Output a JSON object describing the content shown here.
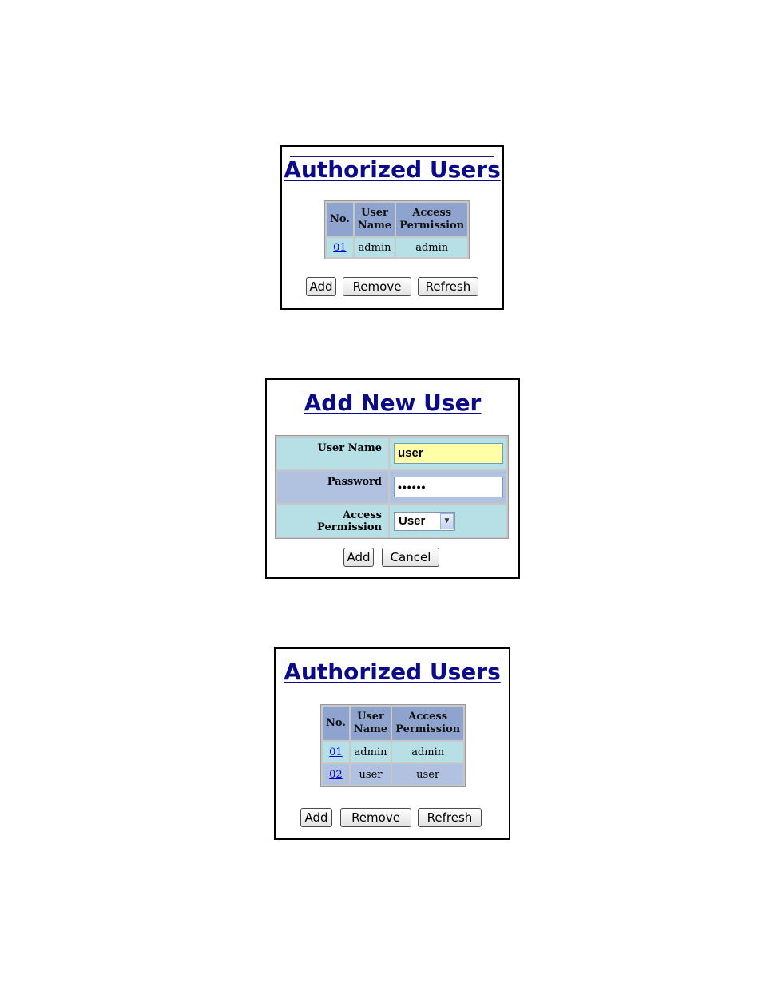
{
  "panel1": {
    "title": "Authorized Users",
    "headers": {
      "no": "No.",
      "user_name": "User Name",
      "access_permission": "Access Permission"
    },
    "rows": [
      {
        "no": "01",
        "user": "admin",
        "perm": "admin"
      }
    ],
    "buttons": {
      "add": "Add",
      "remove": "Remove",
      "refresh": "Refresh"
    }
  },
  "panel2": {
    "title": "Add New User",
    "labels": {
      "user_name": "User Name",
      "password": "Password",
      "access_permission": "Access Permission"
    },
    "user_name_value": "user",
    "password_value": "••••••",
    "access_permission_value": "User",
    "buttons": {
      "add": "Add",
      "cancel": "Cancel"
    },
    "colors": {
      "focused_input": "#ffffa8"
    }
  },
  "panel3": {
    "title": "Authorized Users",
    "headers": {
      "no": "No.",
      "user_name": "User Name",
      "access_permission": "Access Permission"
    },
    "rows": [
      {
        "no": "01",
        "user": "admin",
        "perm": "admin"
      },
      {
        "no": "02",
        "user": "user",
        "perm": "user"
      }
    ],
    "buttons": {
      "add": "Add",
      "remove": "Remove",
      "refresh": "Refresh"
    }
  },
  "colors": {
    "title": "#0b0b8a",
    "header_bg": "#8fa3cf",
    "row_light": "#b6dfe6",
    "row_dark": "#b0c2e0",
    "link": "#0000cc"
  }
}
